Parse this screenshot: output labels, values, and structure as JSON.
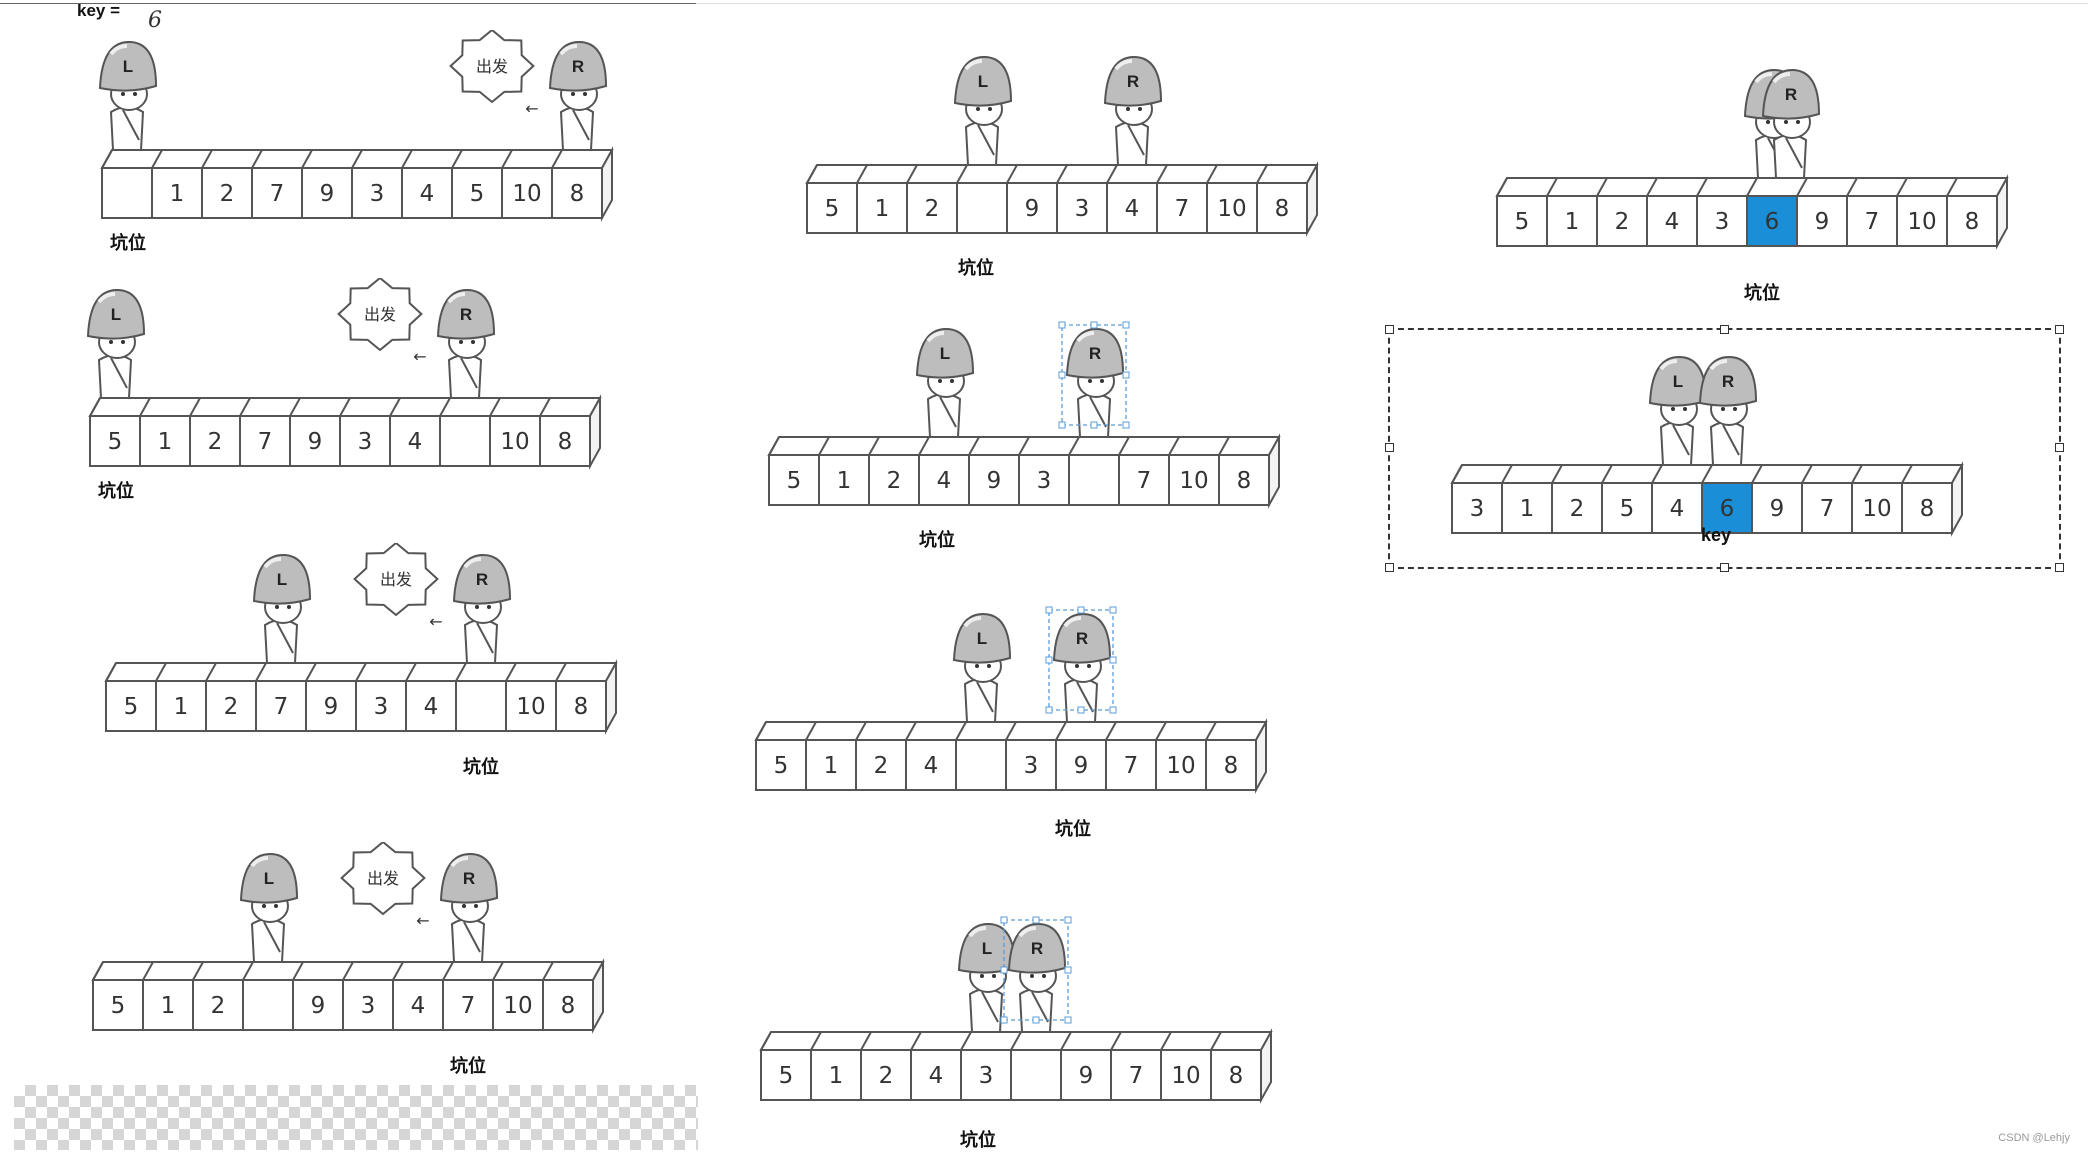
{
  "key": {
    "label": "key =",
    "value": "6"
  },
  "pit_label": "坑位",
  "key_label": "key",
  "go_text": "出发",
  "arrow_text": "←",
  "left_label": "L",
  "right_label": "R",
  "watermark": "CSDN @Lehjy",
  "highlight_color": "#1a8fd8",
  "panels": [
    {
      "id": "s1",
      "cells": [
        "",
        "1",
        "2",
        "7",
        "9",
        "3",
        "4",
        "5",
        "10",
        "8"
      ],
      "L": 0,
      "R": 9,
      "bubble": true,
      "dashed": false
    },
    {
      "id": "s2",
      "cells": [
        "5",
        "1",
        "2",
        "7",
        "9",
        "3",
        "4",
        "",
        "10",
        "8"
      ],
      "L": 0,
      "R": 7,
      "bubble": true,
      "dashed": false
    },
    {
      "id": "s3",
      "cells": [
        "5",
        "1",
        "2",
        "7",
        "9",
        "3",
        "4",
        "",
        "10",
        "8"
      ],
      "L": 3,
      "R": 7,
      "bubble": true,
      "dashed": false
    },
    {
      "id": "s4",
      "cells": [
        "5",
        "1",
        "2",
        "",
        "9",
        "3",
        "4",
        "7",
        "10",
        "8"
      ],
      "L": 3,
      "R": 7,
      "bubble": true,
      "dashed": false
    },
    {
      "id": "s5",
      "cells": [
        "5",
        "1",
        "2",
        "",
        "9",
        "3",
        "4",
        "7",
        "10",
        "8"
      ],
      "L": 3,
      "R": 6,
      "bubble": false,
      "dashed": false
    },
    {
      "id": "s6",
      "cells": [
        "5",
        "1",
        "2",
        "4",
        "9",
        "3",
        "",
        "7",
        "10",
        "8"
      ],
      "L": 3,
      "R": 6,
      "bubble": false,
      "dashed": true
    },
    {
      "id": "s7",
      "cells": [
        "5",
        "1",
        "2",
        "4",
        "",
        "3",
        "9",
        "7",
        "10",
        "8"
      ],
      "L": 4,
      "R": 6,
      "bubble": false,
      "dashed": true
    },
    {
      "id": "s8",
      "cells": [
        "5",
        "1",
        "2",
        "4",
        "3",
        "",
        "9",
        "7",
        "10",
        "8"
      ],
      "L": 4,
      "R": 5,
      "bubble": false,
      "dashed": true
    },
    {
      "id": "s9",
      "cells": [
        "5",
        "1",
        "2",
        "4",
        "3",
        "6",
        "9",
        "7",
        "10",
        "8"
      ],
      "L": 5,
      "R": 5,
      "bubble": false,
      "dashed": true,
      "highlight": 5
    },
    {
      "id": "s10",
      "cells": [
        "3",
        "1",
        "2",
        "5",
        "4",
        "6",
        "9",
        "7",
        "10",
        "8"
      ],
      "L": 4,
      "R": 5,
      "bubble": false,
      "dashed": false,
      "highlight": 5
    }
  ]
}
